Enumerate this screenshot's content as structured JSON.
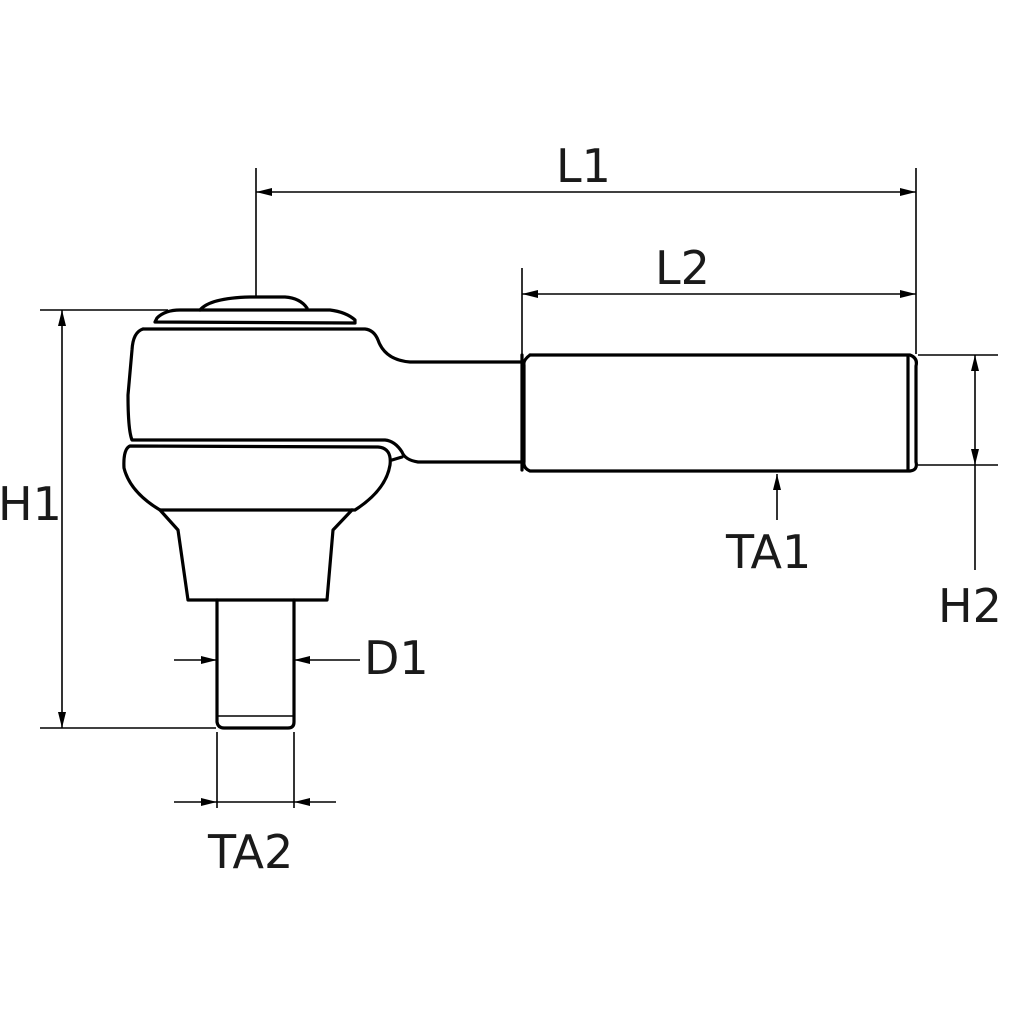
{
  "title": "Tie rod end dimension drawing",
  "labels": {
    "L1": "L1",
    "L2": "L2",
    "H1": "H1",
    "H2": "H2",
    "TA1": "TA1",
    "TA2": "TA2",
    "D1": "D1"
  }
}
